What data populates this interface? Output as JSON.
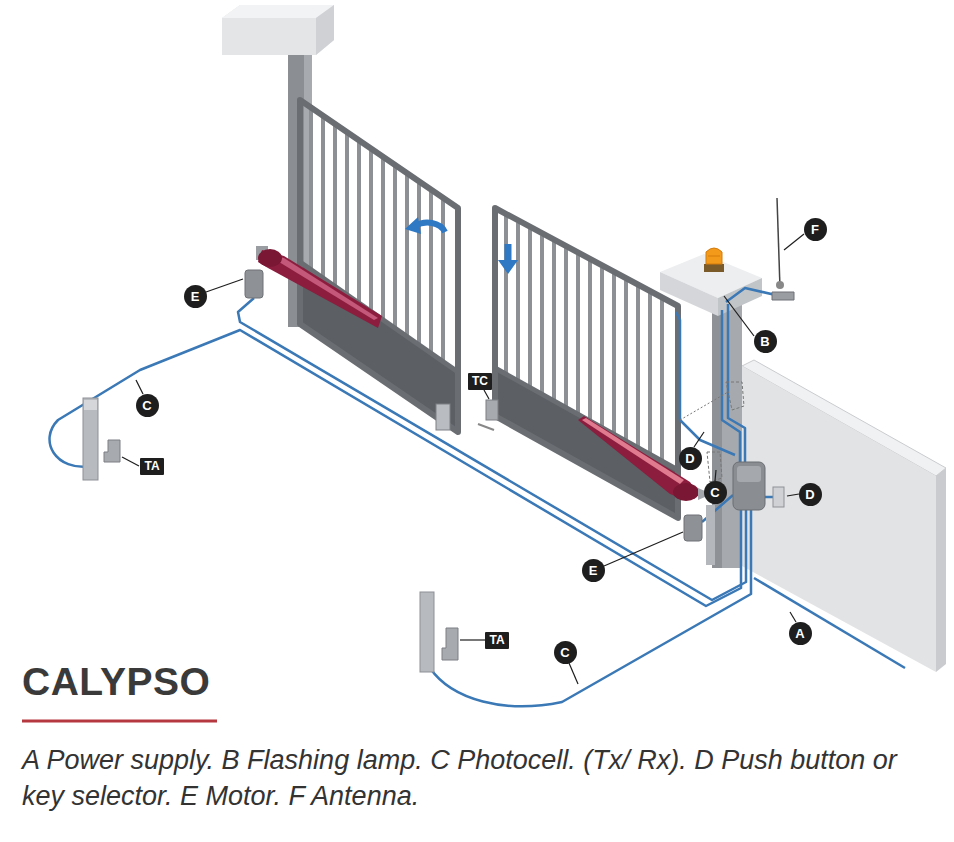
{
  "diagram": {
    "title": "CALYPSO",
    "caption": "A Power supply. B Flashing lamp. C Photocell. (Tx/ Rx). D Push button or key selector. E Motor. F Antenna.",
    "nodes": [
      {
        "text": [
          "E"
        ]
      },
      {
        "text": [
          "F"
        ]
      },
      {
        "text": [
          "B"
        ]
      },
      {
        "text": [
          "TC"
        ]
      },
      {
        "text": [
          "C"
        ]
      },
      {
        "text": [
          "TA"
        ]
      },
      {
        "text": [
          "D"
        ]
      },
      {
        "text": [
          "C"
        ]
      },
      {
        "text": [
          "D"
        ]
      },
      {
        "text": [
          "E"
        ]
      },
      {
        "text": [
          "A"
        ]
      },
      {
        "text": [
          "TA"
        ]
      },
      {
        "text": [
          "C"
        ]
      }
    ]
  }
}
